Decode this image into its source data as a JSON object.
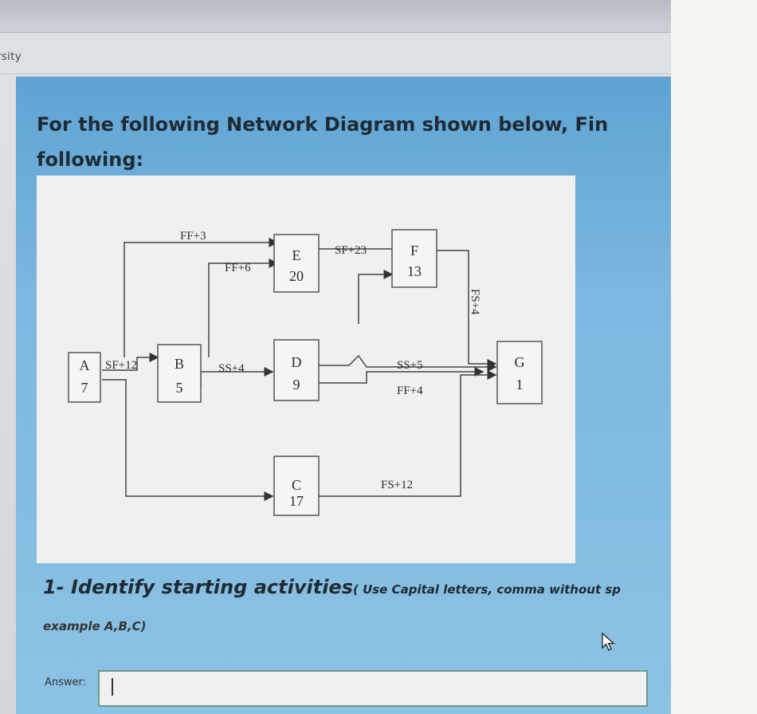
{
  "site": {
    "label": "rsity"
  },
  "question": {
    "title_line1": "For the following Network Diagram shown below, Fin",
    "title_line2": "following:",
    "item_text": "1- Identify starting activities",
    "item_note": "( Use Capital letters, comma without sp",
    "example": "example A,B,C)",
    "answer_label": "Answer:",
    "answer_value": ""
  },
  "diagram": {
    "activities": [
      {
        "id": "A",
        "duration": "7"
      },
      {
        "id": "B",
        "duration": "5"
      },
      {
        "id": "C",
        "duration": "17"
      },
      {
        "id": "D",
        "duration": "9"
      },
      {
        "id": "E",
        "duration": "20"
      },
      {
        "id": "F",
        "duration": "13"
      },
      {
        "id": "G",
        "duration": "1"
      }
    ],
    "links": {
      "a_e": "FF+3",
      "b_e": "FF+6",
      "a_b": "SF+12",
      "b_d": "SS+4",
      "e_f": "SF+23",
      "d_g_ss": "SS+5",
      "d_g_ff": "FF+4",
      "f_g": "FS+4",
      "c_g": "FS+12"
    }
  },
  "icons": {
    "cursor": "mouse-pointer-icon"
  }
}
